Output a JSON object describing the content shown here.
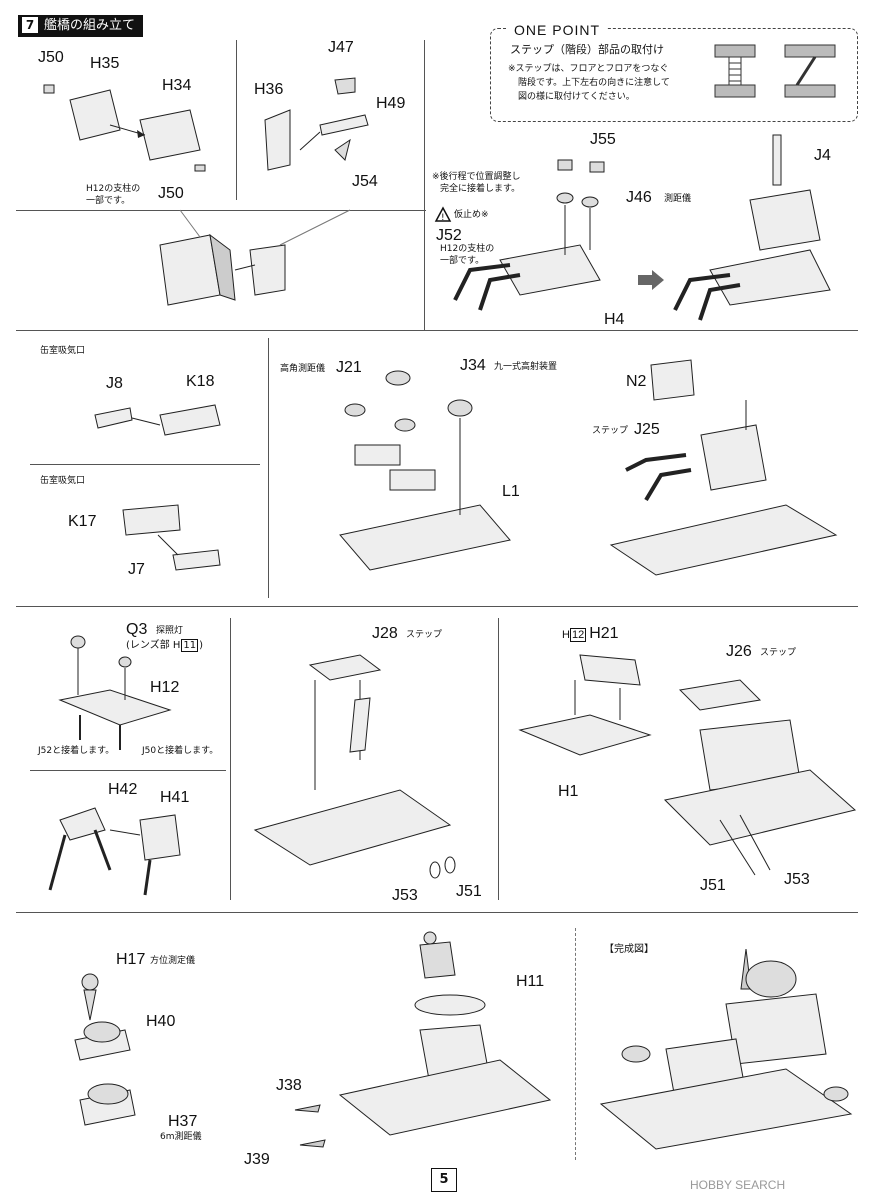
{
  "step": {
    "number": "7",
    "title": "艦橋の組み立て"
  },
  "one_point": {
    "title": "ONE POINT",
    "subtitle": "ステップ（階段）部品の取付け",
    "text_line1": "※ステップは、フロアとフロアをつなぐ",
    "text_line2": "階段です。上下左右の向きに注意して",
    "text_line3": "図の様に取付けてください。"
  },
  "labels": {
    "j50a": "J50",
    "h35": "H35",
    "h34": "H34",
    "j50b": "J50",
    "h12_note": "H12の支柱の",
    "h12_note2": "一部です。",
    "h36": "H36",
    "j47": "J47",
    "h49": "H49",
    "j54": "J54",
    "j55": "J55",
    "j4": "J4",
    "j46": "J46",
    "j46_note": "測距儀",
    "adjust_note1": "※後行程で位置調整し",
    "adjust_note2": "完全に接着します。",
    "temp_fix": "仮止め※",
    "j52": "J52",
    "h12_note_b": "H12の支柱の",
    "h12_note_b2": "一部です。",
    "h4": "H4",
    "vent1": "缶室吸気口",
    "j8": "J8",
    "k18": "K18",
    "vent2": "缶室吸気口",
    "k17": "K17",
    "j7": "J7",
    "high_angle": "高角測距儀",
    "j21": "J21",
    "j34": "J34",
    "j34_note": "九一式高射装置",
    "l1": "L1",
    "n2": "N2",
    "step_word": "ステップ",
    "j25": "J25",
    "q3": "Q3",
    "q3_note": "探照灯",
    "lens_note_a": "(レンズ部 H",
    "lens_num": "11",
    "lens_note_b": ")",
    "h12": "H12",
    "j52_note": "J52と接着します。",
    "j50_note": "J50と接着します。",
    "h42": "H42",
    "h41": "H41",
    "j28": "J28",
    "j28_note": "ステップ",
    "j53a": "J53",
    "j51a": "J51",
    "h12_box": "12",
    "h21": "H21",
    "h_prefix": "H",
    "h1": "H1",
    "j26": "J26",
    "j26_note": "ステップ",
    "j51b": "J51",
    "j53b": "J53",
    "h17": "H17",
    "h17_note": "方位測定儀",
    "h40": "H40",
    "h37": "H37",
    "h37_note": "6m測距儀",
    "h11": "H11",
    "j38": "J38",
    "j39": "J39",
    "complete": "【完成図】"
  },
  "page_number": "5",
  "watermark": "HOBBY SEARCH"
}
